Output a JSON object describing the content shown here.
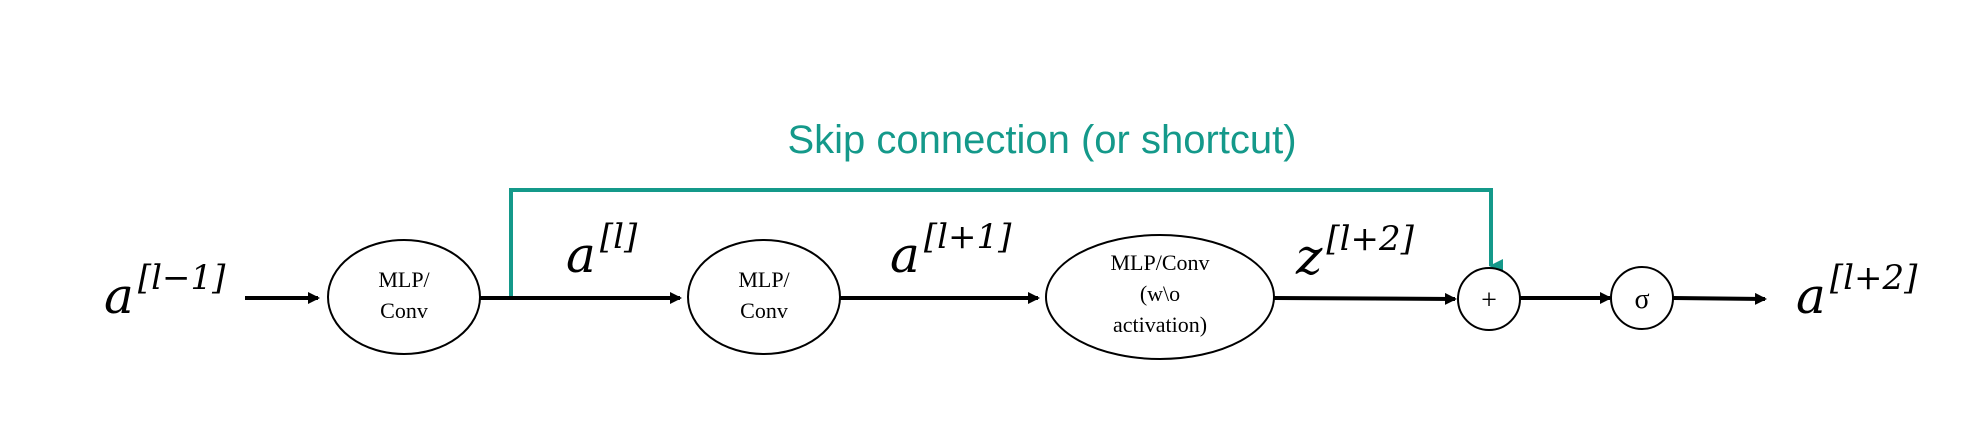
{
  "colors": {
    "skip": "#14998a",
    "ink": "#000000"
  },
  "skip_label": "Skip connection (or shortcut)",
  "variables": {
    "input": {
      "base": "a",
      "sup": "[l−1]"
    },
    "after_block1": {
      "base": "a",
      "sup": "[l]"
    },
    "after_block2": {
      "base": "a",
      "sup": "[l+1]"
    },
    "after_block3": {
      "base": "z",
      "sup": "[l+2]"
    },
    "output": {
      "base": "a",
      "sup": "[l+2]"
    }
  },
  "nodes": {
    "block1": {
      "lines": [
        "MLP/",
        "Conv"
      ]
    },
    "block2": {
      "lines": [
        "MLP/",
        "Conv"
      ]
    },
    "block3": {
      "lines": [
        "MLP/Conv",
        "(w\\o",
        "activation)"
      ]
    },
    "add": {
      "symbol": "+"
    },
    "sigma": {
      "symbol": "σ"
    }
  }
}
